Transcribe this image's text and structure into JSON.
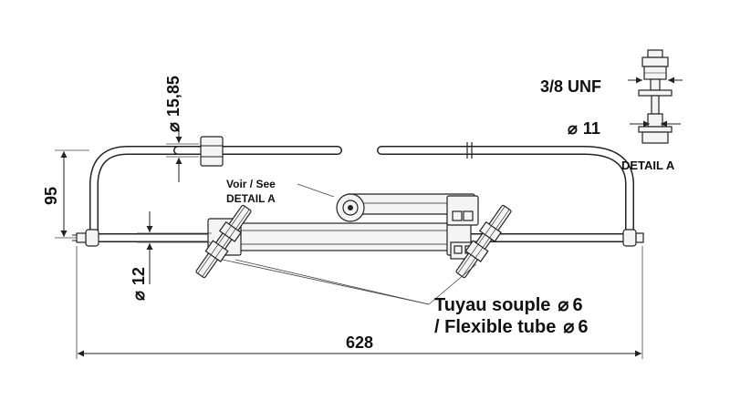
{
  "labels": {
    "dim_rod_diameter": "15,85",
    "dim_height": "95",
    "dim_tube_diameter": "12",
    "dim_length": "628",
    "thread": "3/8 UNF",
    "dim_bolt_diameter": "11",
    "detail_title": "DETAIL A",
    "voir_line1": "Voir / See",
    "voir_line2": "DETAIL A",
    "hose_line1": "Tuyau souple",
    "hose_line2": "/ Flexible tube",
    "hose_dia": "6",
    "diameter_symbol": "⌀"
  },
  "colors": {
    "ink": "#222222",
    "fill": "#f4f4f4",
    "background": "#ffffff"
  }
}
